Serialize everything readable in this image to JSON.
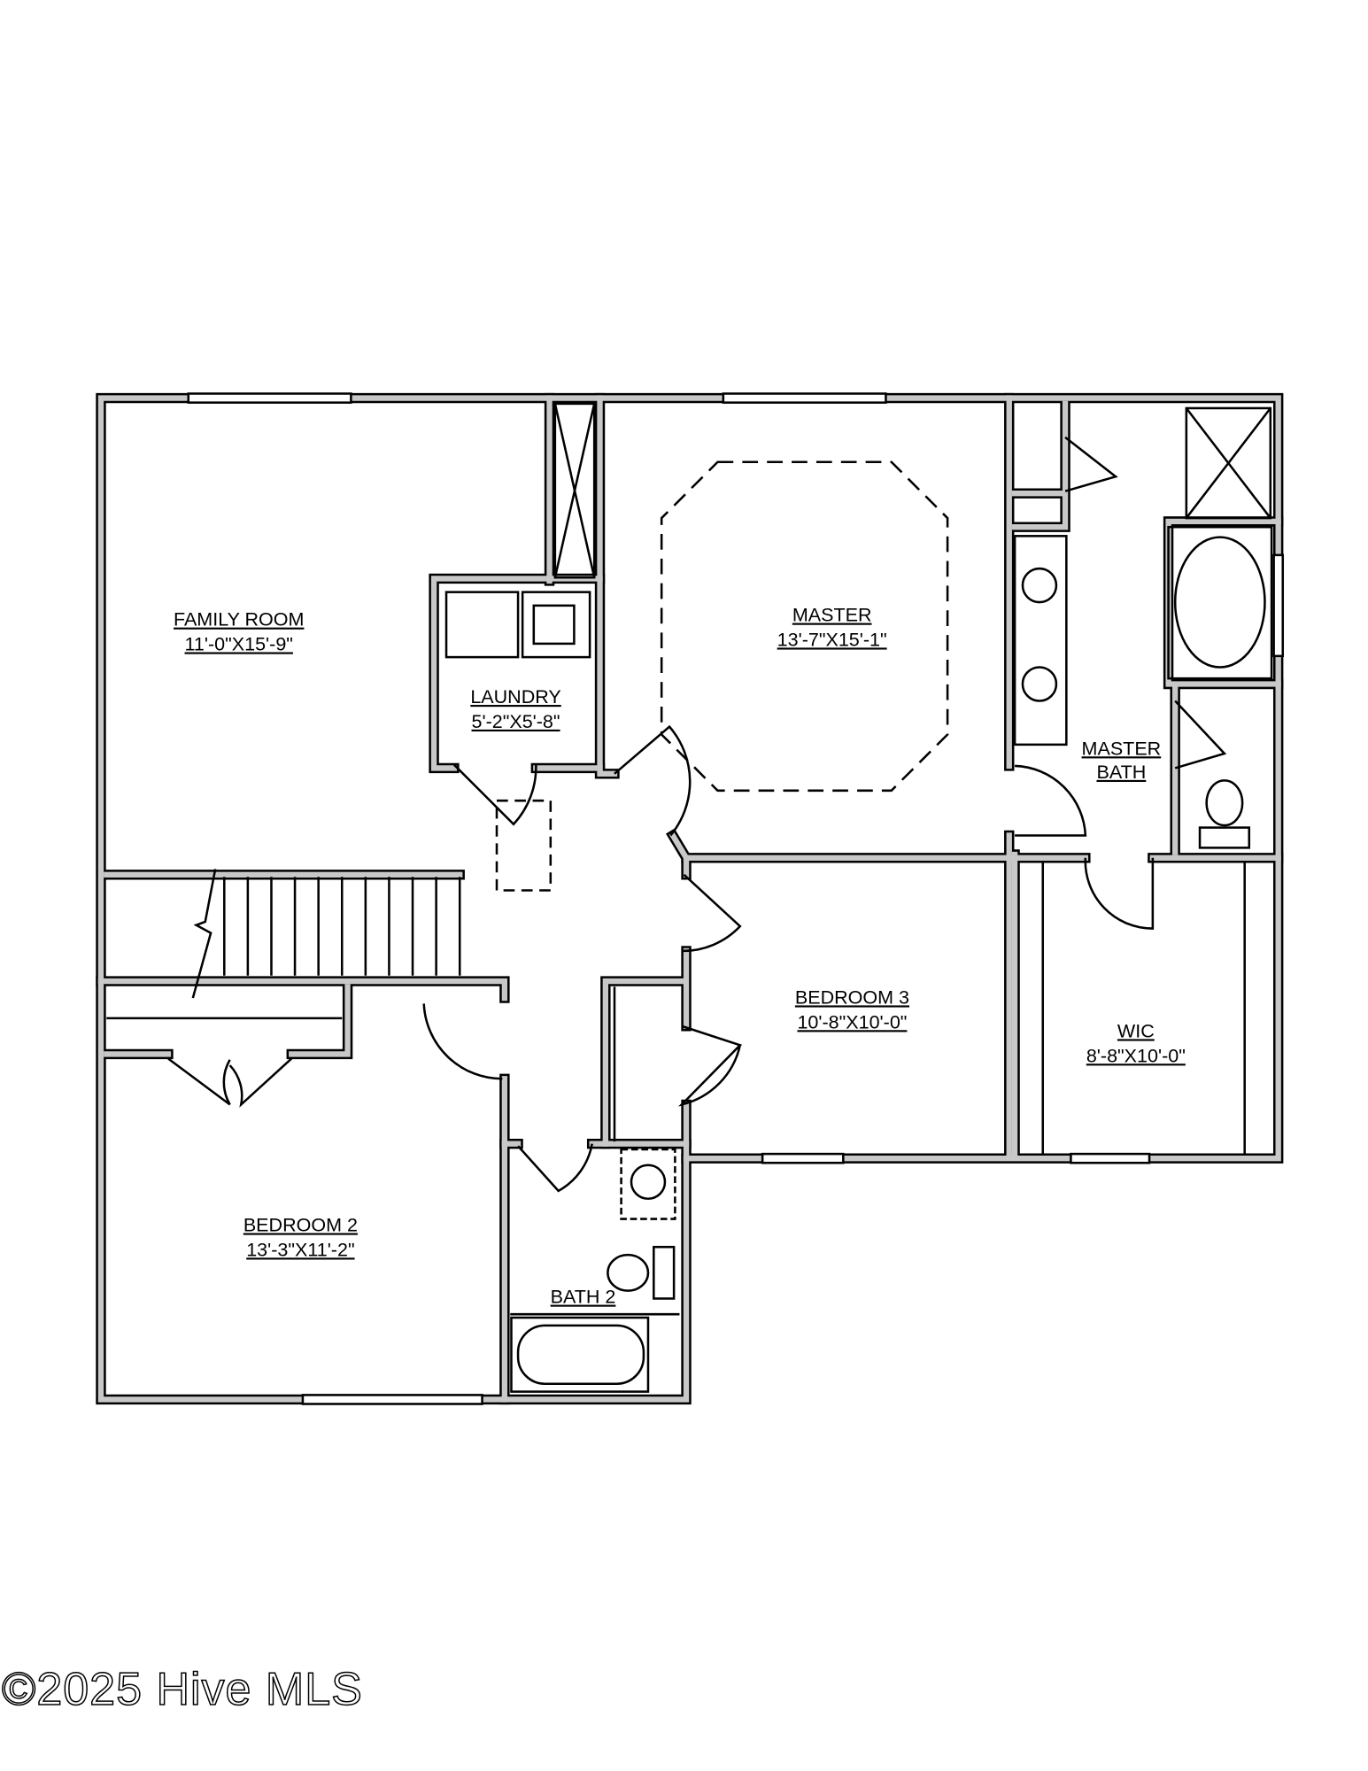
{
  "rooms": [
    {
      "name": "FAMILY ROOM",
      "size": "11'-0\"X15'-9\""
    },
    {
      "name": "LAUNDRY",
      "size": "5'-2\"X5'-8\""
    },
    {
      "name": "MASTER",
      "size": "13'-7\"X15'-1\""
    },
    {
      "name": "MASTER",
      "size": "BATH"
    },
    {
      "name": "BEDROOM 3",
      "size": "10'-8\"X10'-0\""
    },
    {
      "name": "WIC",
      "size": "8'-8\"X10'-0\""
    },
    {
      "name": "BEDROOM 2",
      "size": "13'-3\"X11'-2\""
    },
    {
      "name": "BATH 2",
      "size": ""
    }
  ],
  "watermark": "©2025 Hive MLS",
  "colors": {
    "wall_fill": "#c8c8c8",
    "wall_outline": "#000000"
  }
}
